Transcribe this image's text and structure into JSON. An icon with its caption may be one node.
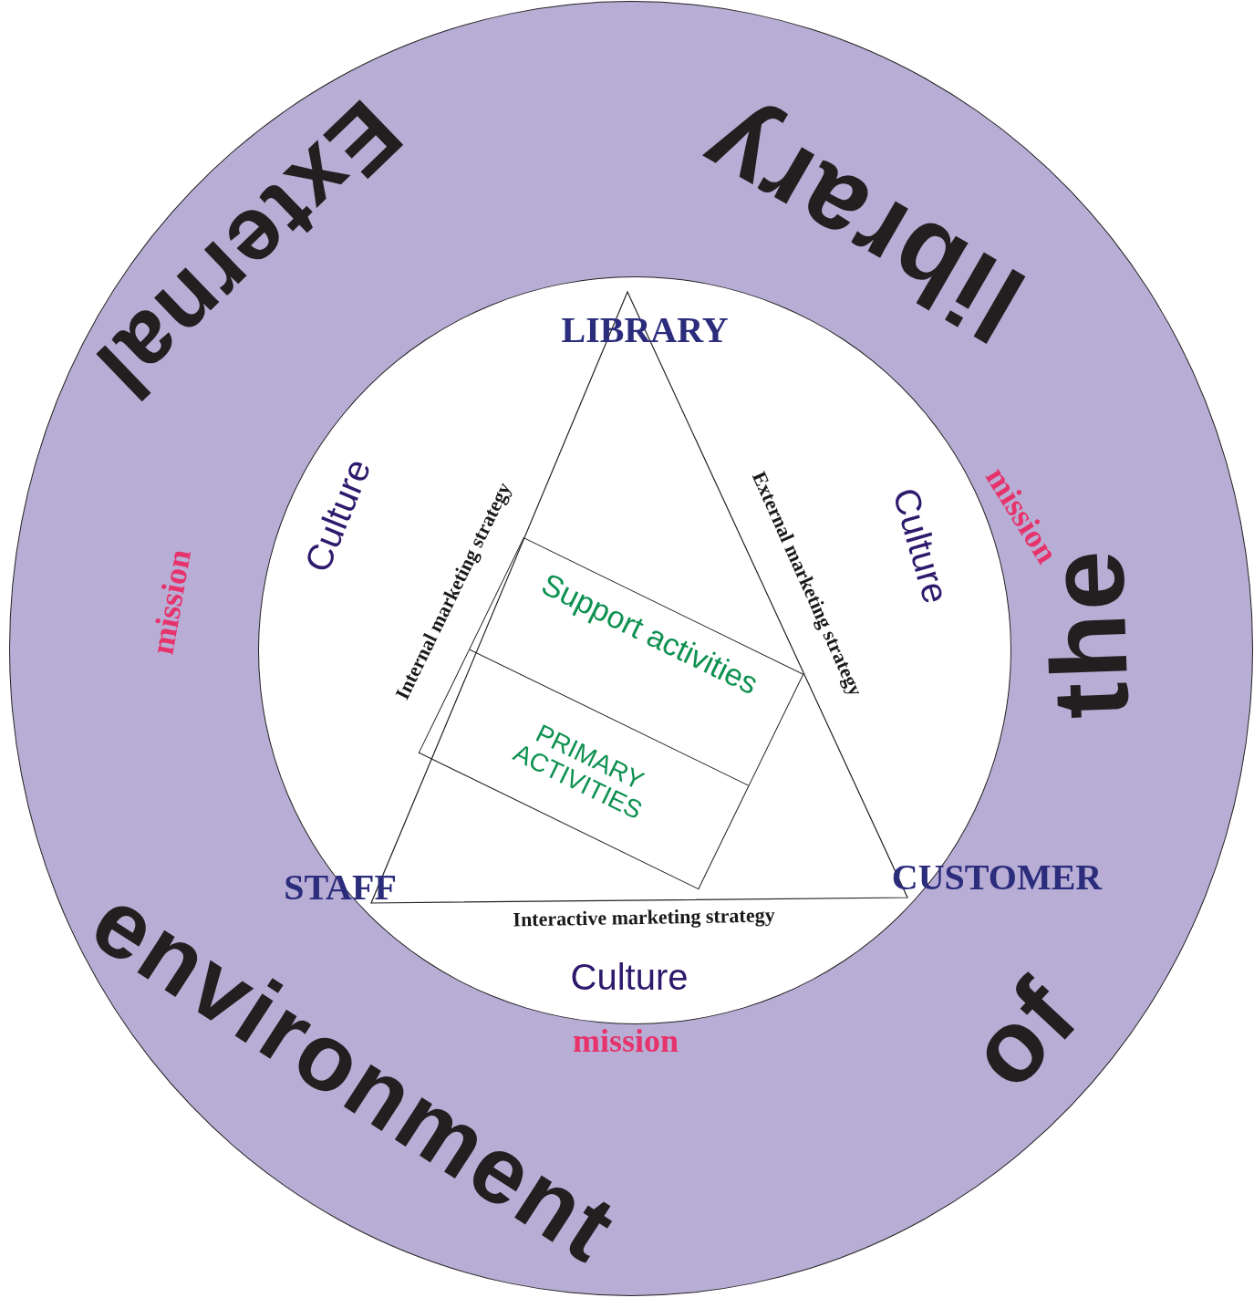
{
  "diagram": {
    "nodes": [
      {
        "text": [
          "External",
          "environment",
          "of",
          "the",
          "library"
        ]
      },
      {
        "text": [],
        "shape": "circle",
        "in": 0
      },
      {
        "text": [
          "Support activities"
        ],
        "in": 1
      },
      {
        "text": [
          "PRIMARY ACTIVITIES"
        ],
        "in": 1
      }
    ],
    "labels": [
      "LIBRARY",
      "Culture",
      "mission",
      "Internal marketing strategy",
      "External marketing strategy",
      "Culture",
      "mission",
      "STAFF",
      "CUSTOMER",
      "Interactive marketing strategy",
      "Culture",
      "mission"
    ]
  }
}
